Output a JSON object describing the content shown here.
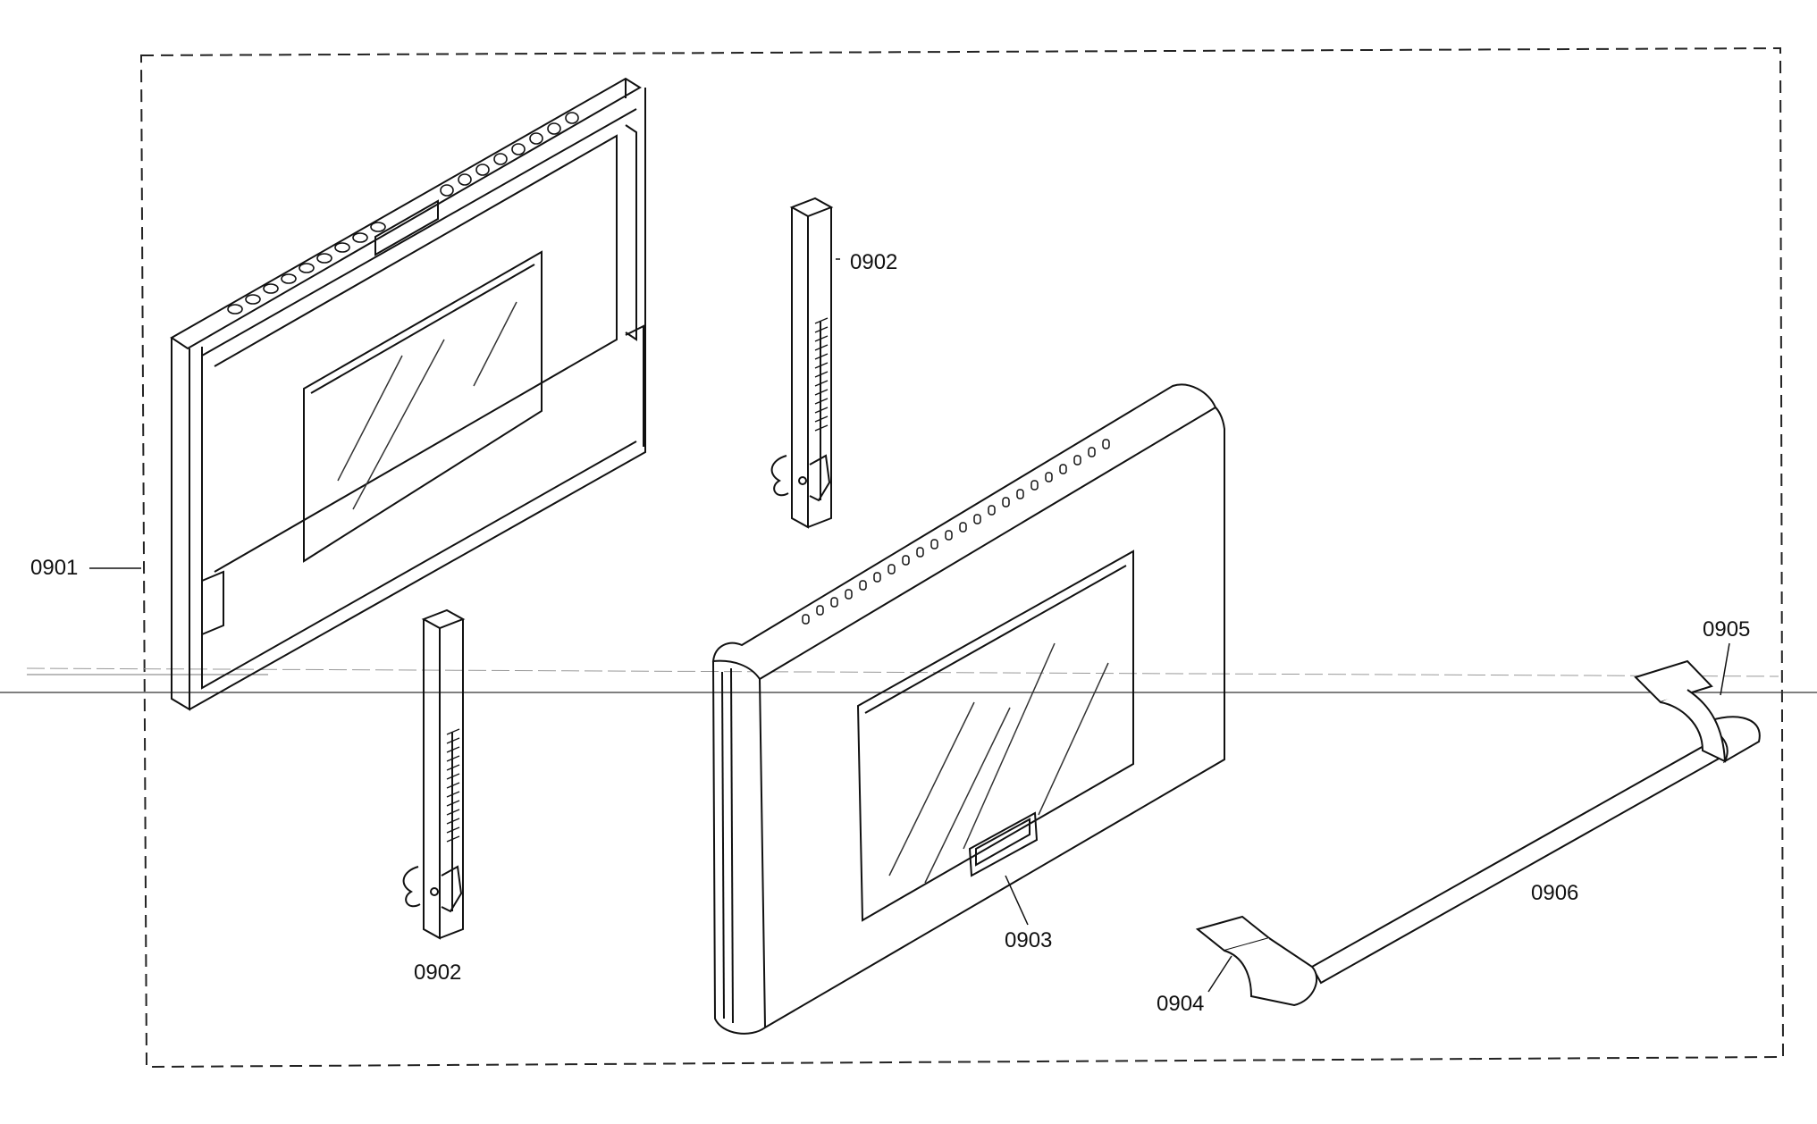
{
  "diagram": {
    "labels": {
      "inner_door": "0901",
      "hinge_upper": "0902",
      "hinge_lower": "0902",
      "outer_door": "0903",
      "handle_end_left": "0904",
      "handle_end_right": "0905",
      "handle_bar": "0906"
    }
  }
}
